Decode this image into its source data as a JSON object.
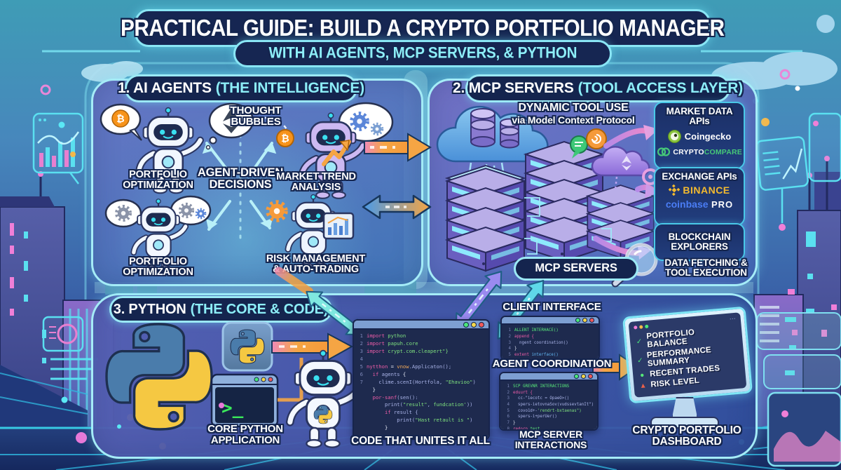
{
  "title": {
    "main": "PRACTICAL GUIDE: BUILD A CRYPTO PORTFOLIO MANAGER",
    "subtitle": "WITH AI AGENTS, MCP SERVERS, & PYTHON"
  },
  "icons": {
    "btc": "₿",
    "term_prompt": ">_",
    "eth_cloud": "◆",
    "screen_more": "⋯"
  },
  "s1": {
    "h1": "1. AI AGENTS",
    "h2": "(THE INTELLIGENCE)",
    "thought": "THOUGHT BUBBLES",
    "portfolio_top": "PORTFOLIO OPTIMIZATION",
    "agent_driven": "AGENT-DRIVEN DECISIONS",
    "market_trend": "MARKET TREND ANALYSIS",
    "portfolio_bottom": "PORTFOLIO OPTIMIZATION",
    "risk": "RISK MANAGEMENT & AUTO-TRADING"
  },
  "s2": {
    "h1": "2. MCP SERVERS",
    "h2": "(TOOL ACCESS LAYER)",
    "dyn1": "DYNAMIC TOOL USE",
    "dyn2": "via Model Context Protocol",
    "mcp_pill": "MCP SERVERS",
    "market": {
      "title": "MARKET DATA APIs",
      "coingecko": "Coingecko",
      "cc1": "CRYPTO",
      "cc2": "COMPARE"
    },
    "exchange": {
      "title": "EXCHANGE APIs",
      "binance": "BINANCE",
      "coinbase": "coinbase",
      "pro": "PRO"
    },
    "blockchain": "BLOCKCHAIN EXPLORERS",
    "fetching": "DATA FETCHING & TOOL EXECUTION"
  },
  "s3": {
    "h1": "3. PYTHON",
    "h2": "(THE CORE & CODE)",
    "core_app": "CORE PYTHON APPLICATION",
    "unites": "CODE THAT UNITES IT ALL",
    "client": "CLIENT INTERFACE",
    "agent": "AGENT COORDINATION",
    "mcp_int": "MCP SERVER INTERACTIONS",
    "dash_label": "CRYPTO PORTFOLIO DASHBOARD",
    "main_code": [
      {
        "n": "1",
        "s": [
          [
            "k",
            "import"
          ],
          [
            "s",
            " python"
          ]
        ]
      },
      {
        "n": "2",
        "s": [
          [
            "k",
            "import"
          ],
          [
            "s",
            " papuh.core"
          ]
        ]
      },
      {
        "n": "3",
        "s": [
          [
            "k",
            "import"
          ],
          [
            "s",
            " crypt.com.cleapert\"}"
          ]
        ]
      },
      {
        "n": "4",
        "s": []
      },
      {
        "n": "5",
        "s": [
          [
            "k",
            "nytthon"
          ],
          [
            "w",
            " = "
          ],
          [
            "o",
            "vnow"
          ],
          [
            "v",
            ".Applicaton();"
          ]
        ]
      },
      {
        "n": "6",
        "s": [
          [
            "k",
            "  if "
          ],
          [
            "v",
            "agents"
          ],
          [
            "w",
            " {"
          ]
        ]
      },
      {
        "n": "7",
        "s": [
          [
            "v",
            "    clime.scenI(Hortfola, "
          ],
          [
            "s",
            "\"Ehavioo\""
          ],
          [
            "v",
            ")"
          ]
        ]
      },
      {
        "n": "",
        "s": [
          [
            "w",
            "  }"
          ]
        ]
      },
      {
        "n": "",
        "s": []
      },
      {
        "n": "",
        "s": [
          [
            "k",
            "  por-sanf"
          ],
          [
            "v",
            "(sen():"
          ]
        ]
      },
      {
        "n": "",
        "s": [
          [
            "v",
            "      print("
          ],
          [
            "s",
            "\"result\""
          ],
          [
            "v",
            ", "
          ],
          [
            "s",
            "fundcation'"
          ],
          [
            "v",
            "))"
          ]
        ]
      },
      {
        "n": "",
        "s": [
          [
            "k",
            "      if "
          ],
          [
            "v",
            "result {"
          ]
        ]
      },
      {
        "n": "",
        "s": [
          [
            "v",
            "          print("
          ],
          [
            "s",
            "\"Hast retault is \""
          ],
          [
            "v",
            ")"
          ]
        ]
      },
      {
        "n": "",
        "s": [
          [
            "w",
            "      }"
          ]
        ]
      }
    ],
    "client_code": [
      {
        "n": "1",
        "s": [
          [
            "g",
            "ALLENT INTERHACE()"
          ]
        ]
      },
      {
        "n": "2",
        "s": [
          [
            "k",
            "append {"
          ]
        ]
      },
      {
        "n": "3",
        "s": [
          [
            "v",
            "  ngent coordination()"
          ]
        ]
      },
      {
        "n": "4",
        "s": [
          [
            "w",
            "}"
          ]
        ]
      },
      {
        "n": "5",
        "s": [
          [
            "k",
            "extent "
          ],
          [
            "b",
            "interface()"
          ]
        ]
      }
    ],
    "mcp_code": [
      {
        "n": "1",
        "s": [
          [
            "g",
            "SCP GREVNR INTERACTIONS"
          ]
        ]
      },
      {
        "n": "2",
        "s": [
          [
            "k",
            "eduurt {"
          ]
        ]
      },
      {
        "n": "3",
        "s": [
          [
            "v",
            "  cc-\"iecotc = OpaeO>()"
          ]
        ]
      },
      {
        "n": "4",
        "s": [
          [
            "v",
            "  spers-ietovnaSov(vudssevtanIt\")"
          ]
        ]
      },
      {
        "n": "5",
        "s": [
          [
            "v",
            "  covo1d+-"
          ],
          [
            "s",
            "'rendrt-bxtaenas\")"
          ]
        ]
      },
      {
        "n": "6",
        "s": [
          [
            "v",
            "  spers-i+perUer()"
          ]
        ]
      },
      {
        "n": "7",
        "s": [
          [
            "w",
            "}"
          ]
        ]
      },
      {
        "n": "8",
        "s": [
          [
            "k",
            "redorn "
          ],
          [
            "g",
            "test"
          ]
        ]
      }
    ],
    "dashboard": [
      {
        "icon": "check",
        "text": "PORTFOLIO BALANCE"
      },
      {
        "icon": "check",
        "text": "PERFORMANCE SUMMARY"
      },
      {
        "icon": "dot",
        "text": "RECENT TRADES"
      },
      {
        "icon": "tri",
        "text": "RISK LEVEL"
      }
    ]
  },
  "colors": {
    "accent_cyan": "#8deef8",
    "panel_border": "#a5ecf7",
    "binance_gold": "#f3ba2f",
    "coinbase_blue": "#4a7df5",
    "coingecko_green": "#8bc53f",
    "cryptocompare_green": "#46c878",
    "bitcoin_orange": "#f7931a",
    "check_green": "#4ae87a",
    "risk_red": "#e8604a"
  }
}
